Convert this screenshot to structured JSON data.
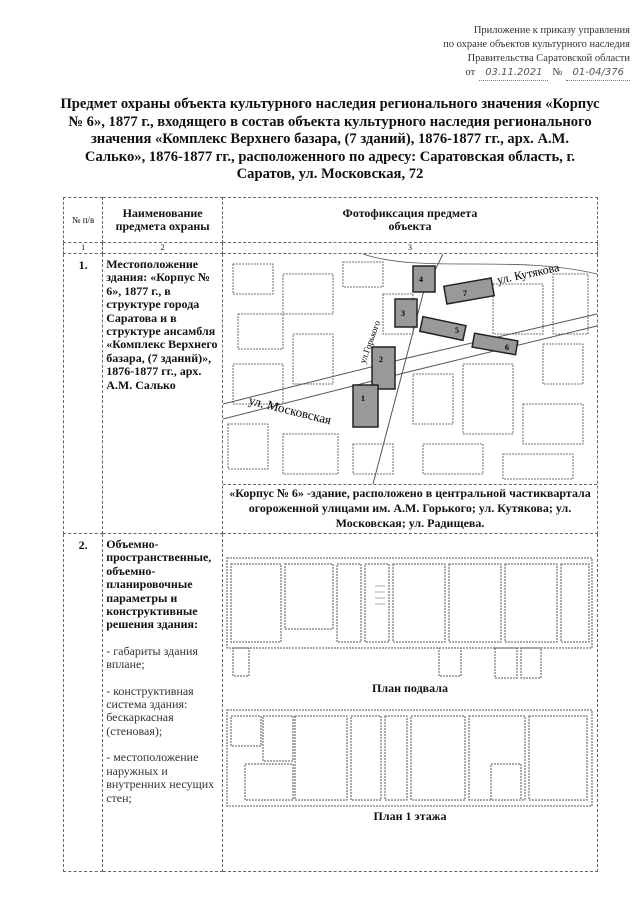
{
  "appendix": {
    "line1": "Приложение к приказу управления",
    "line2": "по охране объектов культурного наследия",
    "line3": "Правительства Саратовской области",
    "date_prefix": "от",
    "date": "03.11.2021",
    "number_prefix": "№",
    "number": "01-04/376"
  },
  "title": "Предмет охраны объекта культурного наследия регионального значения «Корпус № 6», 1877 г., входящего в состав объекта культурного наследия регионального значения «Комплекс Верхнего базара, (7 зданий), 1876-1877 гг., арх. А.М. Салько», 1876-1877 гг., расположенного по адресу: Саратовская область, г. Саратов, ул. Московская, 72",
  "table": {
    "headers": [
      "№ п/в",
      "Наименование предмета охраны",
      "Фотофиксация предмета объекта"
    ],
    "column_numbers": [
      "1",
      "2",
      "3"
    ],
    "rows": [
      {
        "num": "1.",
        "name": "Местоположение здания: «Корпус № 6», 1877 г., в структуре города Саратова и в структуре ансамбля «Комплекс Верхнего базара, (7 зданий)», 1876-1877 гг., арх. А.М. Салько",
        "map_labels": {
          "street1": "ул. Московская",
          "street2": "ул. Кутякова",
          "street3": "ул.Горького"
        },
        "building_numbers": [
          "1",
          "2",
          "3",
          "4",
          "5",
          "6",
          "7"
        ],
        "caption": "«Корпус № 6» -здание, расположено в центральной частиквартала огороженной улицами им. А.М. Горького; ул. Кутякова; ул. Московская; ул. Радищева."
      },
      {
        "num": "2.",
        "name": "Объемно-пространственные, объемно-планировочные параметры и конструктивные решения здания:",
        "items": [
          "- габариты здания вплане;",
          "- конструктивная система здания: бескаркасная (стеновая);",
          "- местоположение наружных и внутренних несущих стен;"
        ],
        "plan1_caption": "План подвала",
        "plan2_caption": "План 1 этажа"
      }
    ]
  }
}
